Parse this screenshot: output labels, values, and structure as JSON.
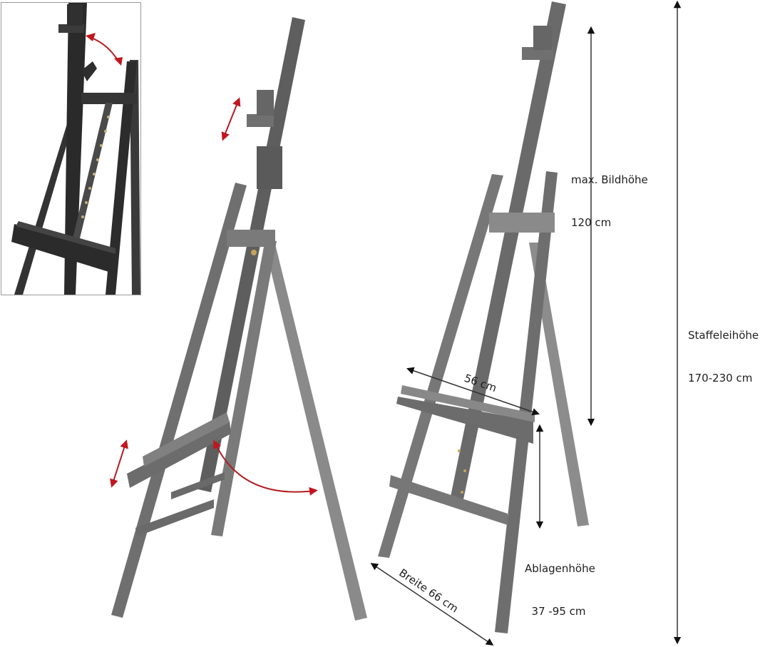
{
  "figure": {
    "subject": "Studio easel product diagram with dimensions",
    "colors": {
      "background": "#ffffff",
      "wood_dark": "#2e2e2e",
      "wood_mid": "#6e6e6e",
      "wood_light": "#8a8a8a",
      "annotation_arrow": "#111111",
      "motion_arrow": "#b01c22"
    }
  },
  "annotations": {
    "max_image_height": {
      "line1": "max. Bildhöhe",
      "line2": "120 cm"
    },
    "easel_height": {
      "line1": "Staffeleihöhe",
      "line2": "170-230 cm"
    },
    "tray_height": {
      "line1": "Ablagenhöhe",
      "line2": "  37 -95 cm"
    },
    "width": {
      "text": "Breite 66 cm"
    },
    "tray_width": {
      "text": "56 cm"
    }
  },
  "views": [
    {
      "id": "inset-detail",
      "description": "Close-up of upper mast with tilt arrow"
    },
    {
      "id": "side-view",
      "description": "Easel side view with adjustment arrows"
    },
    {
      "id": "front-view",
      "description": "Easel front view with dimension lines"
    }
  ]
}
